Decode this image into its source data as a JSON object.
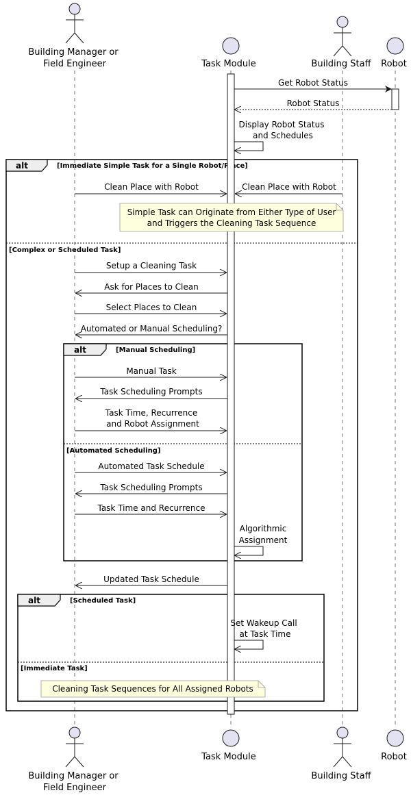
{
  "participants": {
    "manager_line1": "Building Manager or",
    "manager_line2": "Field Engineer",
    "task_module": "Task Module",
    "staff": "Building Staff",
    "robot": "Robot"
  },
  "messages": {
    "get_robot_status": "Get Robot Status",
    "robot_status": "Robot Status",
    "display_line1": "Display Robot Status",
    "display_line2": "and Schedules",
    "clean_place_manager": "Clean Place with Robot",
    "clean_place_staff": "Clean Place with Robot",
    "setup_task": "Setup a Cleaning Task",
    "ask_places": "Ask for Places to Clean",
    "select_places": "Select Places to Clean",
    "auto_or_manual": "Automated or Manual Scheduling?",
    "manual_task": "Manual Task",
    "prompts_1": "Task Scheduling Prompts",
    "time_rec_line1": "Task Time, Recurrence",
    "time_rec_line2": "and Robot Assignment",
    "auto_schedule": "Automated Task Schedule",
    "prompts_2": "Task Scheduling Prompts",
    "time_and_rec": "Task Time and Recurrence",
    "algo_line1": "Algorithmic",
    "algo_line2": "Assignment",
    "updated_schedule": "Updated Task Schedule",
    "wakeup_line1": "Set Wakeup Call",
    "wakeup_line2": "at Task Time"
  },
  "notes": {
    "simple_line1": "Simple Task can Originate from Either Type of User",
    "simple_line2": "and Triggers the Cleaning Task Sequence",
    "sequences": "Cleaning Task Sequences for All Assigned Robots"
  },
  "fragments": {
    "keyword": "alt",
    "outer_guard1": "[Immediate Simple Task for a Single Robot/Place]",
    "outer_guard2": "[Complex or Scheduled Task]",
    "inner_guard1": "[Manual Scheduling]",
    "inner_guard2": "[Automated Scheduling]",
    "sched_guard1": "[Scheduled Task]",
    "sched_guard2": "[Immediate Task]"
  },
  "colors": {
    "participant_fill": "#E2E2F0",
    "participant_stroke": "#181818",
    "note_fill": "#FEFFDD",
    "frame_stroke": "#000000",
    "guard_fill": "#EEEEEE"
  }
}
